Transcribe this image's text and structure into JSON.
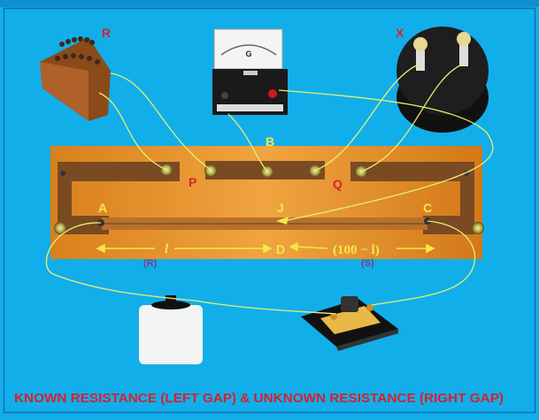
{
  "labels": {
    "R": "R",
    "X": "X",
    "B": "B",
    "P": "P",
    "Q": "Q",
    "A": "A",
    "J": "J",
    "C": "C",
    "D": "D",
    "l": "l",
    "hundred_minus_l": "(100 − l)",
    "R_paren": "(R)",
    "S_paren": "(S)",
    "galvanometer": "G"
  },
  "caption": "KNOWN RESISTANCE (LEFT GAP) & UNKNOWN RESISTANCE (RIGHT GAP)",
  "colors": {
    "background": "#12aeea",
    "board": "#e08a22",
    "wire": "#e6f070",
    "red_label": "#e0202a",
    "yellow_label": "#f4e84a",
    "purple_label": "#7a3a8e"
  }
}
